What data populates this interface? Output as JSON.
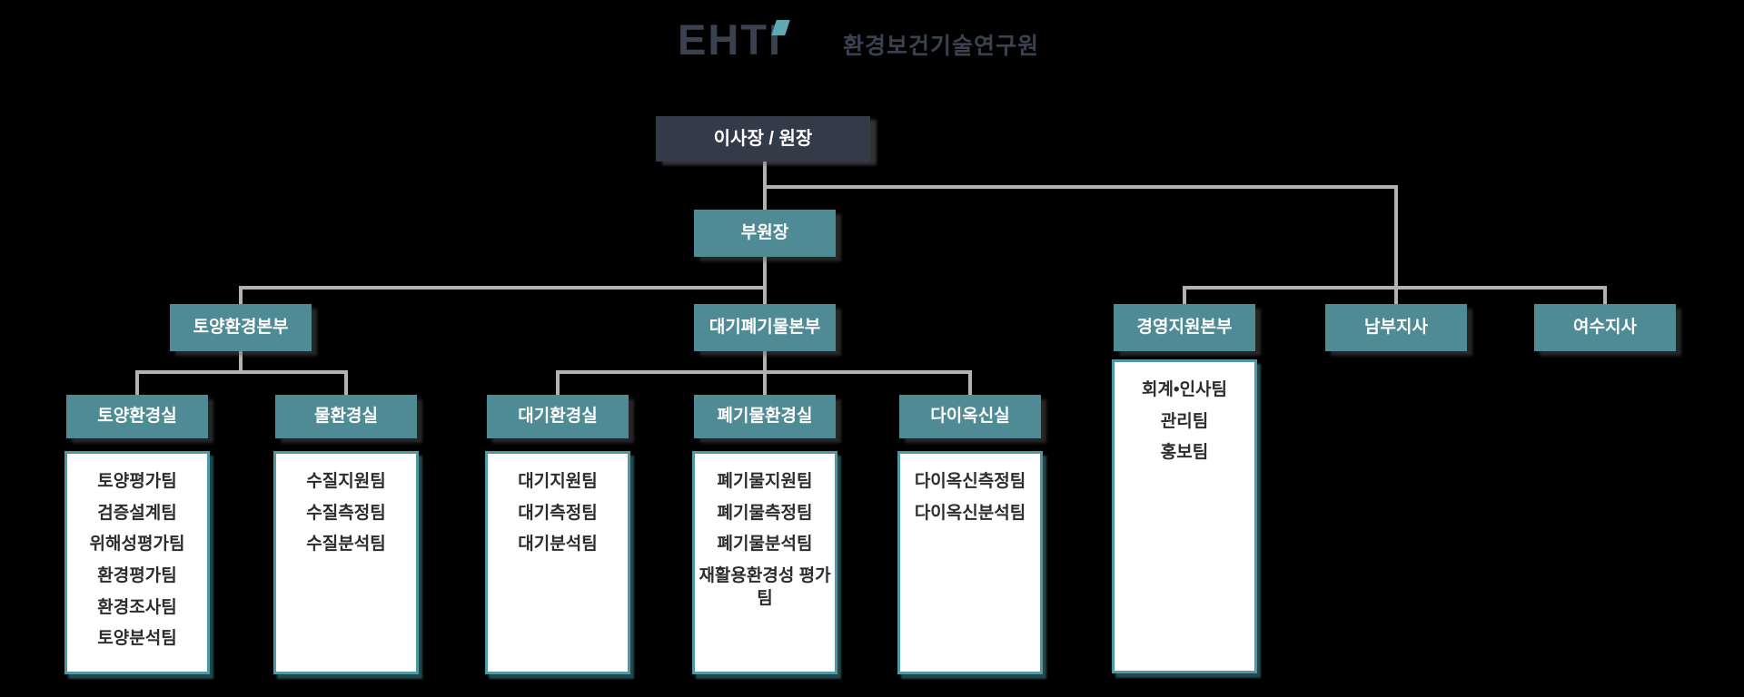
{
  "logo": {
    "brand": "EHTI",
    "subtitle": "환경보건기술연구원",
    "brand_color": "#3a4252",
    "accent_color": "#5fa9b4"
  },
  "colors": {
    "background": "#000000",
    "dark_box": "#333b48",
    "teal_box": "#4e8b94",
    "panel_border": "#4d9aa4",
    "panel_bg": "#ffffff",
    "connector": "#b2b2b2",
    "list_text": "#2d2d2d"
  },
  "chart": {
    "root": {
      "label": "이사장 / 원장"
    },
    "deputy": {
      "label": "부원장"
    },
    "level2": [
      {
        "label": "토양환경본부"
      },
      {
        "label": "대기폐기물본부"
      },
      {
        "label": "경영지원본부",
        "teams": [
          "회계•인사팀",
          "관리팀",
          "홍보팀"
        ]
      },
      {
        "label": "남부지사"
      },
      {
        "label": "여수지사"
      }
    ],
    "offices": [
      {
        "label": "토양환경실",
        "teams": [
          "토양평가팀",
          "검증설계팀",
          "위해성평가팀",
          "환경평가팀",
          "환경조사팀",
          "토양분석팀"
        ]
      },
      {
        "label": "물환경실",
        "teams": [
          "수질지원팀",
          "수질측정팀",
          "수질분석팀"
        ]
      },
      {
        "label": "대기환경실",
        "teams": [
          "대기지원팀",
          "대기측정팀",
          "대기분석팀"
        ]
      },
      {
        "label": "폐기물환경실",
        "teams": [
          "폐기물지원팀",
          "폐기물측정팀",
          "폐기물분석팀",
          "재활용환경성 평가팀"
        ]
      },
      {
        "label": "다이옥신실",
        "teams": [
          "다이옥신측정팀",
          "다이옥신분석팀"
        ]
      }
    ]
  }
}
